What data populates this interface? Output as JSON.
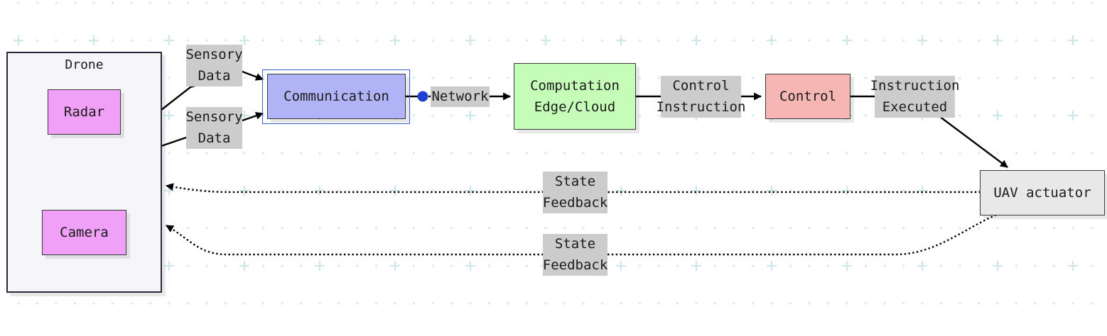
{
  "group": {
    "title": "Drone"
  },
  "nodes": {
    "radar": "Radar",
    "camera": "Camera",
    "communication": "Communication",
    "computation": "Computation\nEdge/Cloud",
    "control": "Control",
    "actuator": "UAV actuator"
  },
  "edge_labels": {
    "sensory_top": "Sensory\nData",
    "sensory_bottom": "Sensory\nData",
    "network": "Network",
    "control_instruction": "Control\nInstruction",
    "instruction_executed": "Instruction\nExecuted",
    "state_feedback_top": "State\nFeedback",
    "state_feedback_bottom": "State\nFeedback"
  },
  "colors": {
    "radar_camera_fill": "#f0a0f6",
    "communication_fill": "#b0b4f6",
    "communication_selection": "#3a5fd0",
    "computation_fill": "#c4fcb8",
    "control_fill": "#f5b6b4",
    "actuator_fill": "#e8e8e8",
    "label_fill": "#cccccc",
    "edge_color": "#000000"
  }
}
